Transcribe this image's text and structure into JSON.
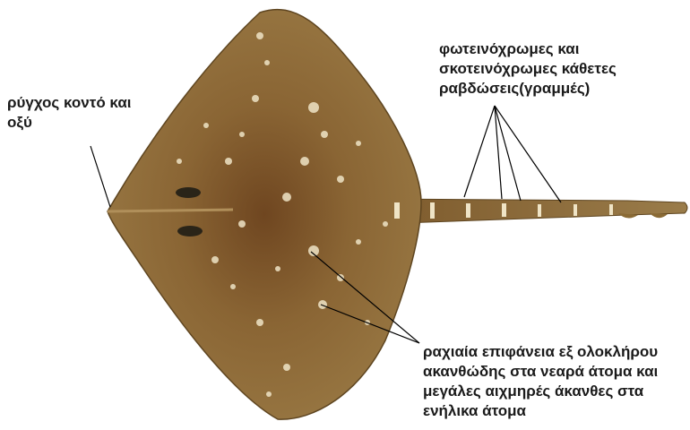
{
  "labels": {
    "snout": [
      "ρύγχος κοντό και",
      "οξύ"
    ],
    "stripes": [
      "φωτεινόχρωμες και",
      "σκοτεινόχρωμες κάθετες",
      "ραβδώσεις(γραμμές)"
    ],
    "dorsal": [
      "ραχιαία επιφάνεια εξ ολοκλήρου",
      "ακανθώδης στα νεαρά άτομα και",
      "μεγάλες αιχμηρές άκανθες στα",
      "ενήλικα άτομα"
    ]
  },
  "colors": {
    "body": "#8a6a35",
    "body_dark": "#5e4520",
    "center": "#7a4f22",
    "spots": "#efe4c6",
    "line": "#000000",
    "text": "#1a1a1a"
  },
  "illustration": "thornback-ray-dorsal-view"
}
